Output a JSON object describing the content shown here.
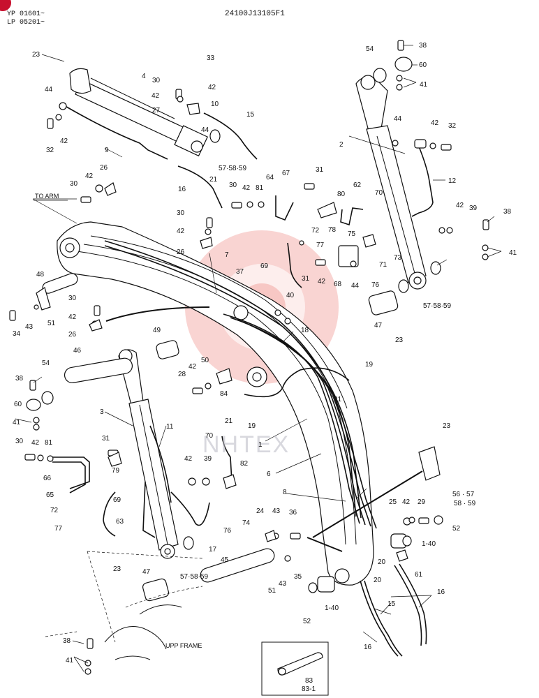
{
  "header": {
    "serial_line_1": "YP 01601~",
    "serial_line_2": "LP 05201~",
    "drawing_number": "24100J13105F1"
  },
  "captions": {
    "to_arm": "TO ARM",
    "upp_frame": "UPP FRAME",
    "watermark": "NHTEX"
  },
  "callouts": {
    "p1": "1",
    "p1_40": "1-40",
    "p1_40b": "1-40",
    "p2": "2",
    "p3": "3",
    "p4": "4",
    "p6": "6",
    "p7": "7",
    "p8": "8",
    "p9": "9",
    "p10": "10",
    "p11": "11",
    "p12": "12",
    "p15": "15",
    "p15b": "15",
    "p16": "16",
    "p16b": "16",
    "p16c": "16",
    "p17": "17",
    "p18": "18",
    "p19": "19",
    "p19b": "19",
    "p20": "20",
    "p20b": "20",
    "p21": "21",
    "p21b": "21",
    "p21c": "21",
    "p23": "23",
    "p23b": "23",
    "p23c": "23",
    "p23d": "23",
    "p24": "24",
    "p25": "25",
    "p26": "26",
    "p26b": "26",
    "p26c": "26",
    "p27": "27",
    "p28": "28",
    "p29": "29",
    "p30": "30",
    "p30b": "30",
    "p30c": "30",
    "p30d": "30",
    "p30e": "30",
    "p30f": "30",
    "p31": "31",
    "p31b": "31",
    "p31c": "31",
    "p32": "32",
    "p32b": "32",
    "p33": "33",
    "p34": "34",
    "p35": "35",
    "p36": "36",
    "p37": "37",
    "p38": "38",
    "p38b": "38",
    "p38c": "38",
    "p38d": "38",
    "p39": "39",
    "p39b": "39",
    "p40": "40",
    "p41": "41",
    "p41b": "41",
    "p41c": "41",
    "p41d": "41",
    "p42": "42",
    "p42b": "42",
    "p42c": "42",
    "p42d": "42",
    "p42e": "42",
    "p42f": "42",
    "p42g": "42",
    "p42h": "42",
    "p42i": "42",
    "p42j": "42",
    "p42k": "42",
    "p43": "43",
    "p43b": "43",
    "p43c": "43",
    "p44": "44",
    "p44b": "44",
    "p44c": "44",
    "p44d": "44",
    "p45": "45",
    "p46": "46",
    "p47": "47",
    "p47b": "47",
    "p48": "48",
    "p49": "49",
    "p50": "50",
    "p51": "51",
    "p51b": "51",
    "p52": "52",
    "p52b": "52",
    "p54": "54",
    "p54b": "54",
    "p56_57": "56 · 57",
    "p58_59": "58 · 59",
    "p57_58_59": "57·58·59",
    "p57_58_59b": "57·58·59",
    "p57_58_59c": "57·58·59",
    "p60": "60",
    "p60b": "60",
    "p61": "61",
    "p62": "62",
    "p63": "63",
    "p64": "64",
    "p65": "65",
    "p66": "66",
    "p67": "67",
    "p68": "68",
    "p69": "69",
    "p69b": "69",
    "p70": "70",
    "p70b": "70",
    "p71": "71",
    "p72": "72",
    "p72b": "72",
    "p73": "73",
    "p74": "74",
    "p75": "75",
    "p76": "76",
    "p76b": "76",
    "p77": "77",
    "p77b": "77",
    "p78": "78",
    "p79": "79",
    "p80": "80",
    "p81": "81",
    "p81b": "81",
    "p82": "82",
    "p83": "83",
    "p83_1": "83-1",
    "p84": "84"
  },
  "colors": {
    "ink": "#111111",
    "watermark_red": "#e8544d",
    "corner_mark": "#c8102e"
  }
}
